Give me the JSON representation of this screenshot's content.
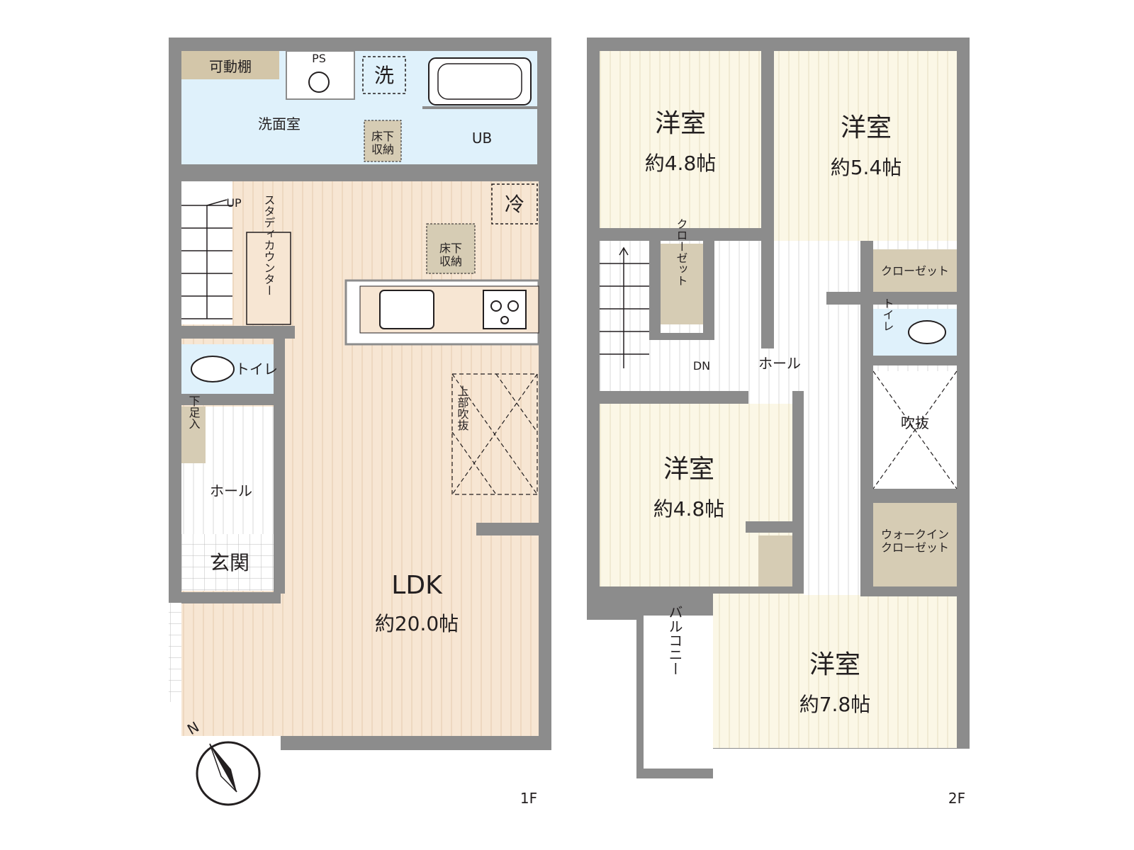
{
  "colors": {
    "wall": "#8c8c8c",
    "wood": "#f7e6d3",
    "room": "#fbf7e6",
    "water": "#dff1fb",
    "storage": "#d6ccb4",
    "shelf": "#d3c6a9",
    "grain": "#e4c9ac",
    "text": "#231f20"
  },
  "floor1": {
    "label": "1F",
    "shelf": "可動棚",
    "ps": "PS",
    "washer": "洗",
    "washroom": "洗面室",
    "underfloor_bath": "床下\n収納",
    "ub": "UB",
    "up": "UP",
    "fridge": "冷",
    "underfloor_kitchen": "床下\n収納",
    "study_counter": "スタディカウンター",
    "toilet": "トイレ",
    "shoe_closet": "下足入",
    "hall": "ホール",
    "entrance": "玄関",
    "void_above": "上部吹抜",
    "ldk": "LDK",
    "ldk_size": "約20.0帖"
  },
  "floor2": {
    "label": "2F",
    "room_nw": {
      "name": "洋室",
      "size": "約4.8帖"
    },
    "room_ne": {
      "name": "洋室",
      "size": "約5.4帖"
    },
    "room_w": {
      "name": "洋室",
      "size": "約4.8帖"
    },
    "room_s": {
      "name": "洋室",
      "size": "約7.8帖"
    },
    "closet_stair": "クローゼット",
    "closet_ne": "クローゼット",
    "toilet": "トイレ",
    "dn": "DN",
    "hall": "ホール",
    "void": "吹抜",
    "walkin": "ウォークイン\nクローゼット",
    "balcony": "バルコニー"
  },
  "compass": {
    "north": "N"
  }
}
